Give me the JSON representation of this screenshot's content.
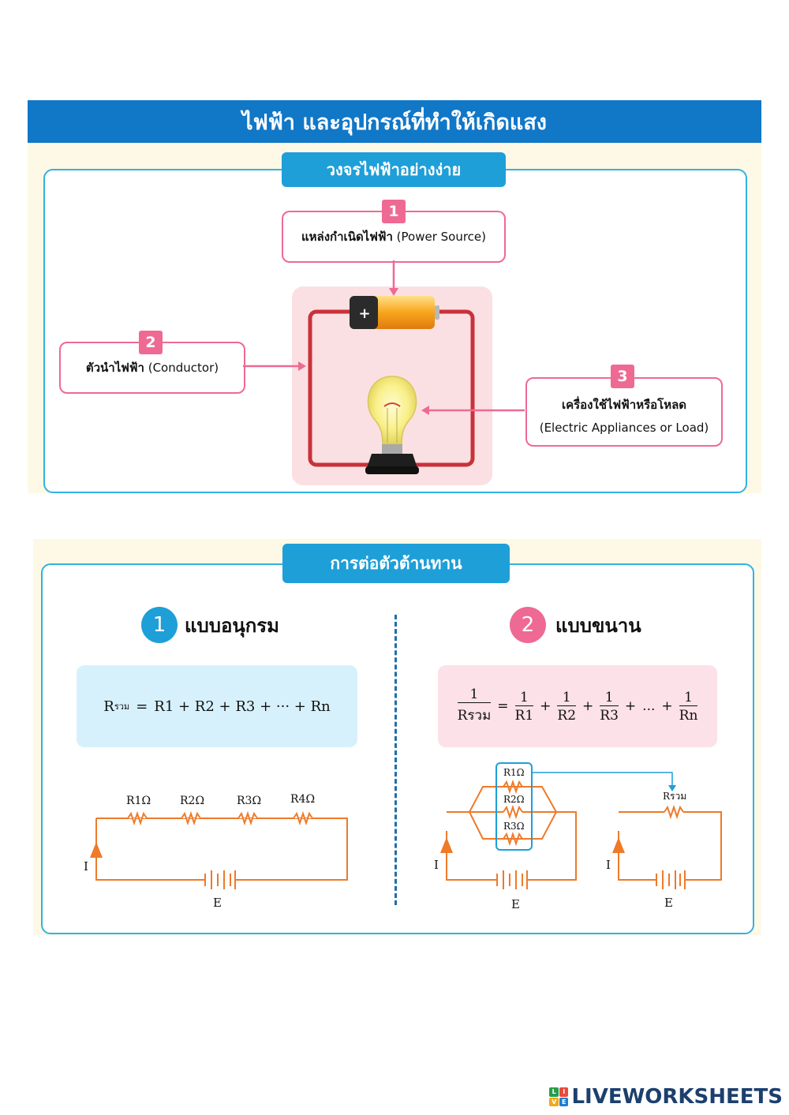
{
  "section1": {
    "header_title": "ไฟฟ้า และอุปกรณ์ที่ทำให้เกิดแสง",
    "subtitle": "วงจรไฟฟ้าอย่างง่าย",
    "items": [
      {
        "number": "1",
        "label_th": "แหล่งกำเนิดไฟฟ้า",
        "label_en": "(Power Source)"
      },
      {
        "number": "2",
        "label_th": "ตัวนำไฟฟ้า",
        "label_en": "(Conductor)"
      },
      {
        "number": "3",
        "label_th": "เครื่องใช้ไฟฟ้าหรือโหลด",
        "label_en": "(Electric Appliances or Load)"
      }
    ],
    "battery_symbol": "+"
  },
  "section2": {
    "subtitle": "การต่อตัวต้านทาน",
    "series": {
      "number": "1",
      "title": "แบบอนุกรม",
      "formula_parts": [
        "R",
        "รวม",
        "=",
        "R1 + R2 + R3 + ··· + Rn"
      ],
      "resistor_labels": [
        "R1Ω",
        "R2Ω",
        "R3Ω",
        "R4Ω"
      ],
      "current_label": "I",
      "emf_label": "E"
    },
    "parallel": {
      "number": "2",
      "title": "แบบขนาน",
      "formula_lhs_num": "1",
      "formula_lhs_den": "Rรวม",
      "formula_terms": [
        {
          "num": "1",
          "den": "R1"
        },
        {
          "num": "1",
          "den": "R2"
        },
        {
          "num": "1",
          "den": "R3"
        },
        {
          "num": "1",
          "den": "Rn"
        }
      ],
      "formula_ellipsis": "...",
      "resistor_labels": [
        "R1Ω",
        "R2Ω",
        "R3Ω"
      ],
      "equiv_label": "Rรวม",
      "current_label": "I",
      "emf_label": "E"
    }
  },
  "colors": {
    "header_blue": "#1177c7",
    "pill_blue": "#1e9fd8",
    "frame_blue": "#32b1e4",
    "pink": "#ee6a93",
    "wire_orange": "#ee7a2a",
    "wire_red": "#c8323a"
  },
  "brand": {
    "name": "LIVEWORKSHEETS",
    "logo_letters": [
      "L",
      "I",
      "V",
      "E"
    ]
  }
}
